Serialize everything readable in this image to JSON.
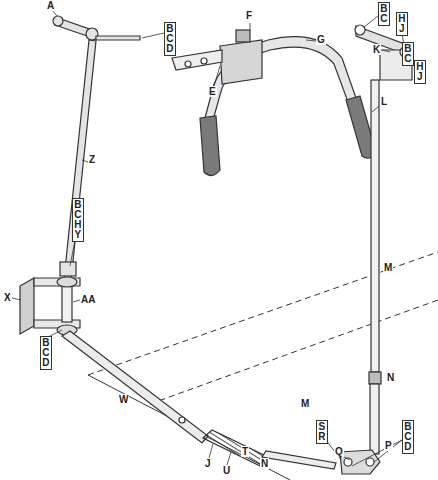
{
  "diagram": {
    "labels": [
      "A",
      "B C D",
      "F",
      "B C",
      "H J",
      "G",
      "K",
      "B C",
      "H J",
      "E",
      "L",
      "Z",
      "B C H Y",
      "X",
      "AA",
      "M",
      "N",
      "B C D",
      "W",
      "P",
      "J",
      "U",
      "T",
      "N",
      "M",
      "S R",
      "Q",
      "B C D"
    ]
  }
}
